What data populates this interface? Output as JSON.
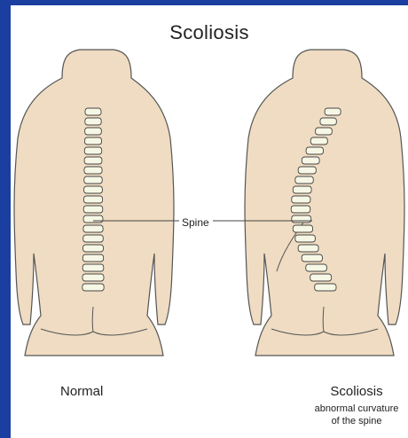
{
  "diagram": {
    "title": "Scoliosis",
    "label_spine": "Spine",
    "label_normal": "Normal",
    "label_scoliosis": "Scoliosis",
    "caption_line1": "abnormal curvature",
    "caption_line2": "of the spine"
  },
  "colors": {
    "frame": "#1a3fa0",
    "skin": "#efdcc2",
    "outline": "#555555",
    "vertebra": "#f7f7e6"
  }
}
